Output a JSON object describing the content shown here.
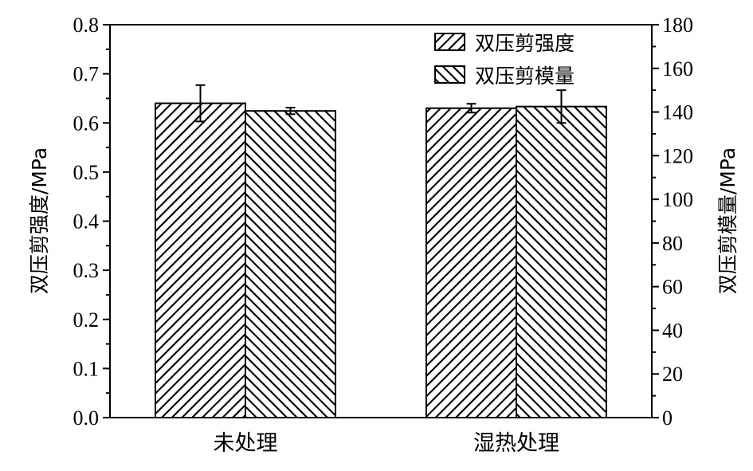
{
  "chart_data": {
    "type": "bar",
    "categories": [
      "未处理",
      "湿热处理"
    ],
    "series": [
      {
        "name": "双压剪强度",
        "axis": "left",
        "hatch": "forward",
        "values": [
          0.64,
          0.63
        ],
        "errors": [
          0.037,
          0.009
        ]
      },
      {
        "name": "双压剪模量",
        "axis": "right",
        "hatch": "backward",
        "values": [
          140.5,
          142.5
        ],
        "errors": [
          1.5,
          7.5
        ]
      }
    ],
    "y_left": {
      "label": "双压剪强度/MPa",
      "min": 0,
      "max": 0.8,
      "step": 0.1,
      "tick_labels": [
        "0.0",
        "0.1",
        "0.2",
        "0.3",
        "0.4",
        "0.5",
        "0.6",
        "0.7",
        "0.8"
      ]
    },
    "y_right": {
      "label": "双压剪模量/MPa",
      "min": 0,
      "max": 180,
      "step": 20,
      "tick_labels": [
        "0",
        "20",
        "40",
        "60",
        "80",
        "100",
        "120",
        "140",
        "160",
        "180"
      ]
    },
    "legend": {
      "position": "top-right"
    },
    "grid": false
  }
}
